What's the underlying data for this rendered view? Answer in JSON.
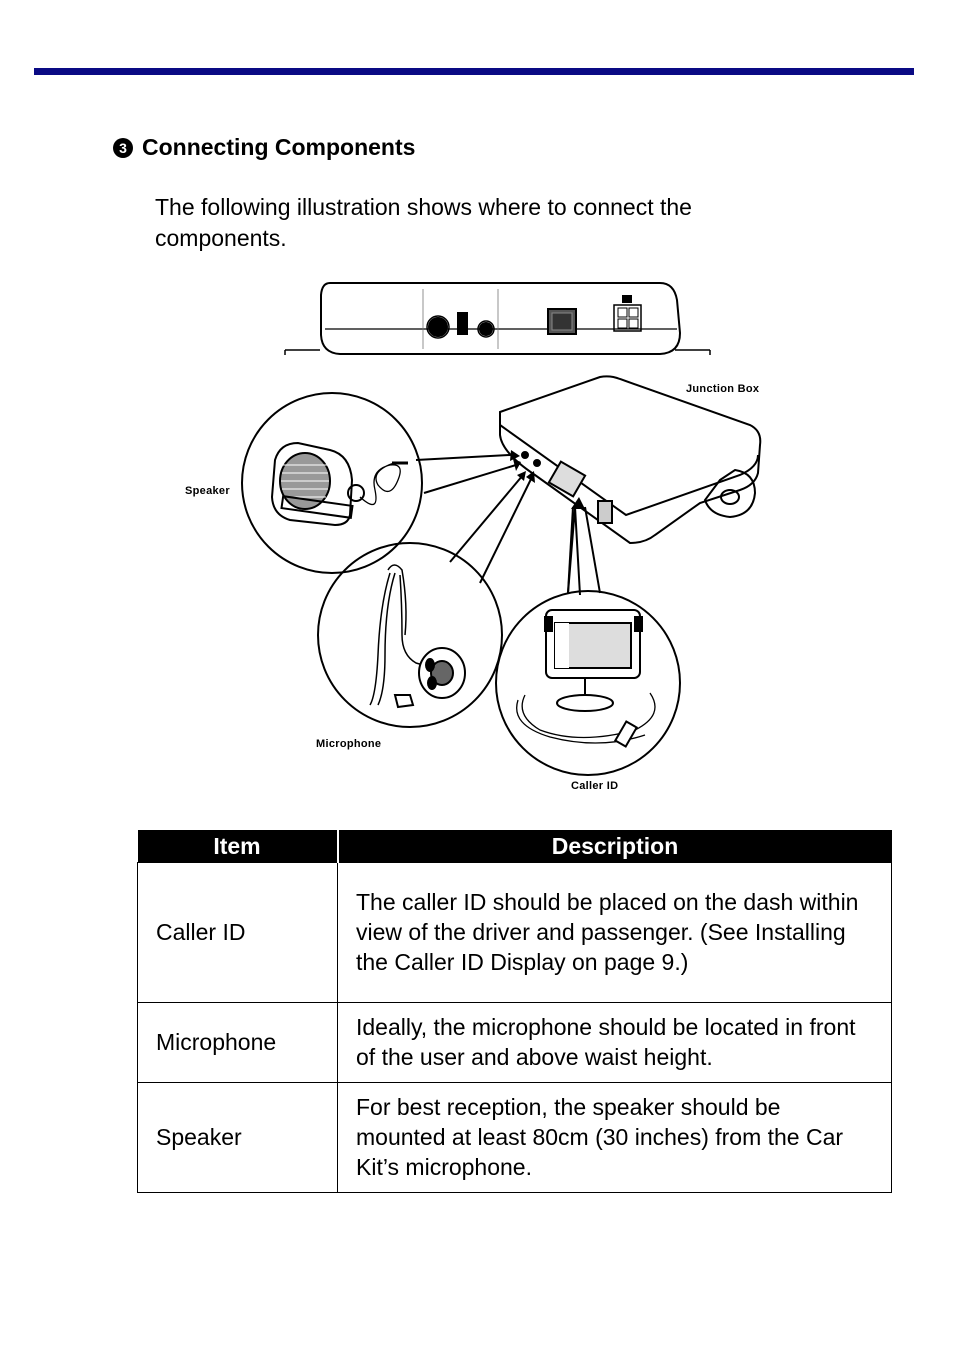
{
  "section": {
    "step": "3",
    "title": "Connecting Components",
    "intro": "The following illustration shows where to connect the components."
  },
  "figure": {
    "labels": {
      "junction_box": "Junction Box",
      "speaker": "Speaker",
      "microphone": "Microphone",
      "caller_id": "Caller ID"
    }
  },
  "table": {
    "headers": [
      "Item",
      "Description"
    ],
    "rows": [
      {
        "item": "Caller ID",
        "description": "The caller ID should be placed on the dash within view of the driver and passenger. (See Installing the Caller ID Display on page 9.)"
      },
      {
        "item": "Microphone",
        "description": "Ideally, the microphone should be located in front of the user and above waist height."
      },
      {
        "item": "Speaker",
        "description": "For best reception, the speaker should be mounted at least 80cm (30 inches) from the Car Kit’s microphone."
      }
    ]
  }
}
